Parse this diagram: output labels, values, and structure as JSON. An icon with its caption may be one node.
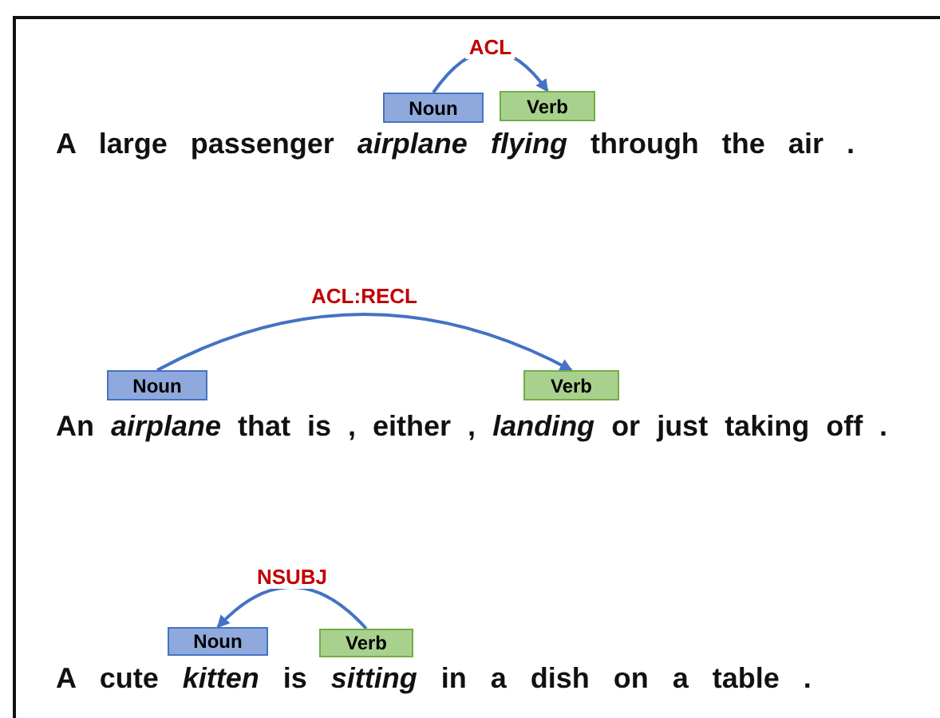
{
  "diagram": {
    "nodes": [
      {
        "text": [
          "Noun"
        ]
      },
      {
        "text": [
          "Verb"
        ]
      },
      {
        "text": [
          "Noun"
        ]
      },
      {
        "text": [
          "Verb"
        ]
      },
      {
        "text": [
          "Noun"
        ]
      },
      {
        "text": [
          "Verb"
        ]
      }
    ],
    "edges": [
      {
        "from": 0,
        "to": 1,
        "arrow": "to",
        "label": "ACL"
      },
      {
        "from": 2,
        "to": 3,
        "arrow": "to",
        "label": "ACL:RECL"
      },
      {
        "from": 5,
        "to": 4,
        "arrow": "to",
        "label": "NSUBJ"
      }
    ],
    "labels": [
      "A large passenger *airplane* *flying* through the air .",
      "An *airplane* that is , either , *landing* or just taking off .",
      "A cute *kitten* is *sitting* in a dish on a table ."
    ]
  }
}
